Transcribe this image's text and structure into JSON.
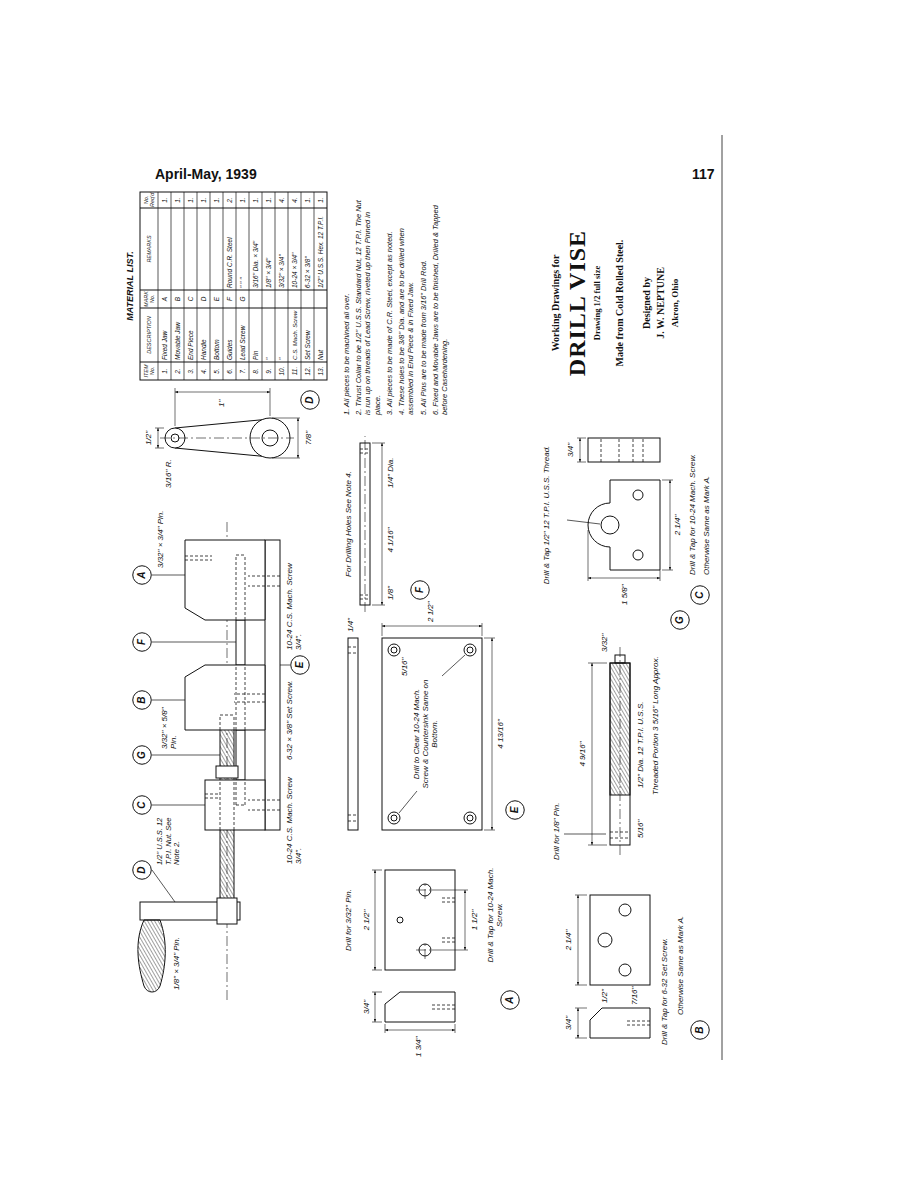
{
  "diagram": {
    "title": "DRILL VISE",
    "nodes": [
      {
        "text": [
          "A"
        ]
      },
      {
        "text": [
          "F"
        ]
      },
      {
        "text": [
          "B"
        ]
      },
      {
        "text": [
          "G"
        ]
      },
      {
        "text": [
          "C"
        ]
      },
      {
        "text": [
          "D"
        ]
      },
      {
        "text": [
          "E"
        ]
      },
      {
        "text": [
          "D"
        ]
      },
      {
        "text": [
          "F"
        ]
      },
      {
        "text": [
          "E"
        ]
      },
      {
        "text": [
          "A"
        ]
      },
      {
        "text": [
          "B"
        ]
      },
      {
        "text": [
          "C"
        ]
      },
      {
        "text": [
          "G"
        ]
      }
    ],
    "labels": [
      "April-May, 1939",
      "117",
      "MATERIAL LIST.",
      "ITEM No.",
      "DESCRIPTION",
      "MARK No.",
      "REMARKS",
      "No. Req'd",
      "1.",
      "Fixed Jaw",
      "A",
      "1.",
      "2.",
      "Movable Jaw",
      "B",
      "1.",
      "3.",
      "End Piece",
      "C",
      "1.",
      "4.",
      "Handle",
      "D",
      "1.",
      "5.",
      "Bottom",
      "E",
      "1.",
      "6.",
      "Guides",
      "F",
      "Round C.R. Steel",
      "2.",
      "7.",
      "Lead Screw",
      "G",
      "\" \" \"",
      "1.",
      "8.",
      "Pin",
      "3/16\" Dia. × 3/4\"",
      "1.",
      "9.",
      "\"",
      "1/8\" × 3/4\"",
      "1.",
      "10.",
      "\"",
      "3/32\" × 3/4\"",
      "4.",
      "11.",
      "C.S. Mach. Screw",
      "10-24 × 3/4\"",
      "4.",
      "12.",
      "Set Screw",
      "6-32 × 3/8\"",
      "1.",
      "13.",
      "Nut",
      "1/2\" U.S.S. Hex. 12 T.P.I.",
      "1.",
      "1. All pieces to be machined all over.",
      "2. Thrust Collar to be 1/2\" U.S.S. Standard Nut, 12 T.P.I. The Nut is run up on threads of Lead Screw, riveted up then Pinned in place.",
      "3. All pieces to be made of C.R. Steel, except as noted.",
      "4. These holes to be 3/8\" Dia. and are to be drilled when assembled in End Piece & in Fixed Jaw.",
      "5. All Pins are to be made from 3/16\" Drill Rod.",
      "6. Fixed and Movable Jaws are to be finished, Drilled & Tapped before Casehardening.",
      "Working Drawings for",
      "Drawing 1/2 full size",
      "Made from Cold Rolled Steel.",
      "Designed by",
      "J. W. NEPTUNE",
      "Akron, Ohio",
      "3/32\" × 3/4\" Pin.",
      "1/2\" U.S.S. 12 T.P.I. Nut. See Note 2.",
      "3/32\" × 5/8\" Pin.",
      "1/8\" × 3/4\" Pin.",
      "10-24 C.S. Mach. Screw 3/4\".",
      "6-32 × 3/8\" Set Screw.",
      "10-24 C.S. Mach. Screw 3/4\".",
      "1/2\"",
      "7/8\"",
      "1\"",
      "3/16\" R.",
      "1 3/4\"",
      "3/4\"",
      "2 1/2\"",
      "1 1/2\"",
      "Drill & Tap for 10-24 Mach. Screw.",
      "Drill for 3/32\" Pin.",
      "1/4\"",
      "4 13/16\"",
      "2 1/2\"",
      "Drill to Clear 10-24 Mach. Screw & Countersink Same on Bottom.",
      "5/16\"",
      "For Drilling Holes See Note 4.",
      "4 1/16\"",
      "1/4\" Dia.",
      "1/8\"",
      "3/4\"",
      "2 1/4\"",
      "7/16\"",
      "1/2\"",
      "Drill & Tap for 6-32 Set Screw.",
      "Otherwise Same as Mark A.",
      "4 9/16\"",
      "Drill for 1/8\" Pin.",
      "1/2\" Dia. 12 T.P.I. U.S.S.",
      "Threaded Portion 3 5/16\" Long Approx.",
      "5/16\"",
      "3/32\"",
      "1 5/8\"",
      "2 1/4\"",
      "Drill & Tap 1/2\" 12 T.P.I. U.S.S. Thread.",
      "3/4\"",
      "Drill & Tap for 10-24 Mach. Screw.",
      "Otherwise Same as Mark A."
    ]
  }
}
